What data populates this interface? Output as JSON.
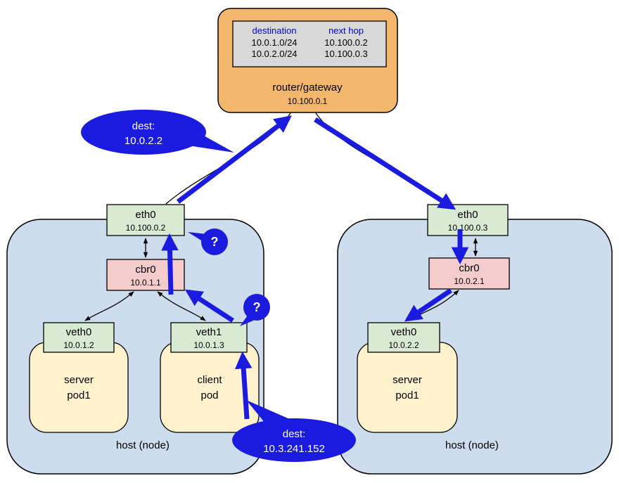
{
  "colors": {
    "host_fill": "#cdddee",
    "pod_fill": "#fff2cc",
    "iface_fill": "#d9ead3",
    "bridge_fill": "#f4cccc",
    "router_fill": "#f2b66d",
    "table_fill": "#d8d8d8",
    "accent_blue": "#1b1be0",
    "table_header_blue": "#0000ee"
  },
  "router": {
    "name": "router/gateway",
    "ip": "10.100.0.1",
    "table": {
      "header_dest": "destination",
      "header_hop": "next hop",
      "rows": [
        {
          "dest": "10.0.1.0/24",
          "hop": "10.100.0.2"
        },
        {
          "dest": "10.0.2.0/24",
          "hop": "10.100.0.3"
        }
      ]
    }
  },
  "left_host": {
    "label": "host (node)",
    "eth": {
      "name": "eth0",
      "ip": "10.100.0.2"
    },
    "bridge": {
      "name": "cbr0",
      "ip": "10.0.1.1"
    },
    "veth0": {
      "name": "veth0",
      "ip": "10.0.1.2"
    },
    "veth1": {
      "name": "veth1",
      "ip": "10.0.1.3"
    },
    "server_pod": {
      "line1": "server",
      "line2": "pod1"
    },
    "client_pod": {
      "line1": "client",
      "line2": "pod"
    }
  },
  "right_host": {
    "label": "host (node)",
    "eth": {
      "name": "eth0",
      "ip": "10.100.0.3"
    },
    "bridge": {
      "name": "cbr0",
      "ip": "10.0.2.1"
    },
    "veth0": {
      "name": "veth0",
      "ip": "10.0.2.2"
    },
    "server_pod": {
      "line1": "server",
      "line2": "pod1"
    }
  },
  "callouts": {
    "dest_top": {
      "line1": "dest:",
      "line2": "10.0.2.2"
    },
    "dest_bottom": {
      "line1": "dest:",
      "line2": "10.3.241.152"
    },
    "question_eth": "?",
    "question_veth": "?"
  }
}
